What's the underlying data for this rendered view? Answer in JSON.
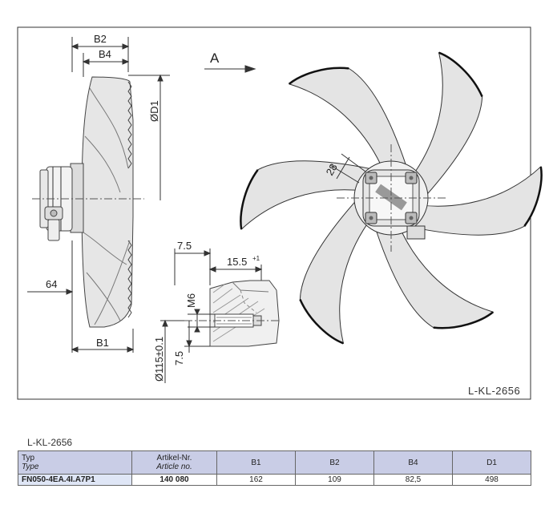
{
  "drawing": {
    "reference": "L-KL-2656",
    "view_label": "A",
    "dimensions": {
      "b2": "B2",
      "b4": "B4",
      "d1": "ØD1",
      "d64": "64",
      "b1": "B1",
      "d7_5_top": "7.5",
      "d15_5": "15.5",
      "d15_5_tol": "+1",
      "m6": "M6",
      "d115": "Ø115±0.1",
      "d7_5_side": "7.5",
      "d28": "28"
    }
  },
  "caption": "L-KL-2656",
  "table": {
    "headers": [
      {
        "main": "Typ",
        "sub": "Type"
      },
      {
        "main": "Artikel-Nr.",
        "sub": "Article no."
      },
      {
        "main": "B1",
        "sub": ""
      },
      {
        "main": "B2",
        "sub": ""
      },
      {
        "main": "B4",
        "sub": ""
      },
      {
        "main": "D1",
        "sub": ""
      }
    ],
    "row": {
      "type": "FN050-4EA.4I.A7P1",
      "article": "140 080",
      "b1": "162",
      "b2": "109",
      "b4": "82,5",
      "d1": "498"
    }
  }
}
